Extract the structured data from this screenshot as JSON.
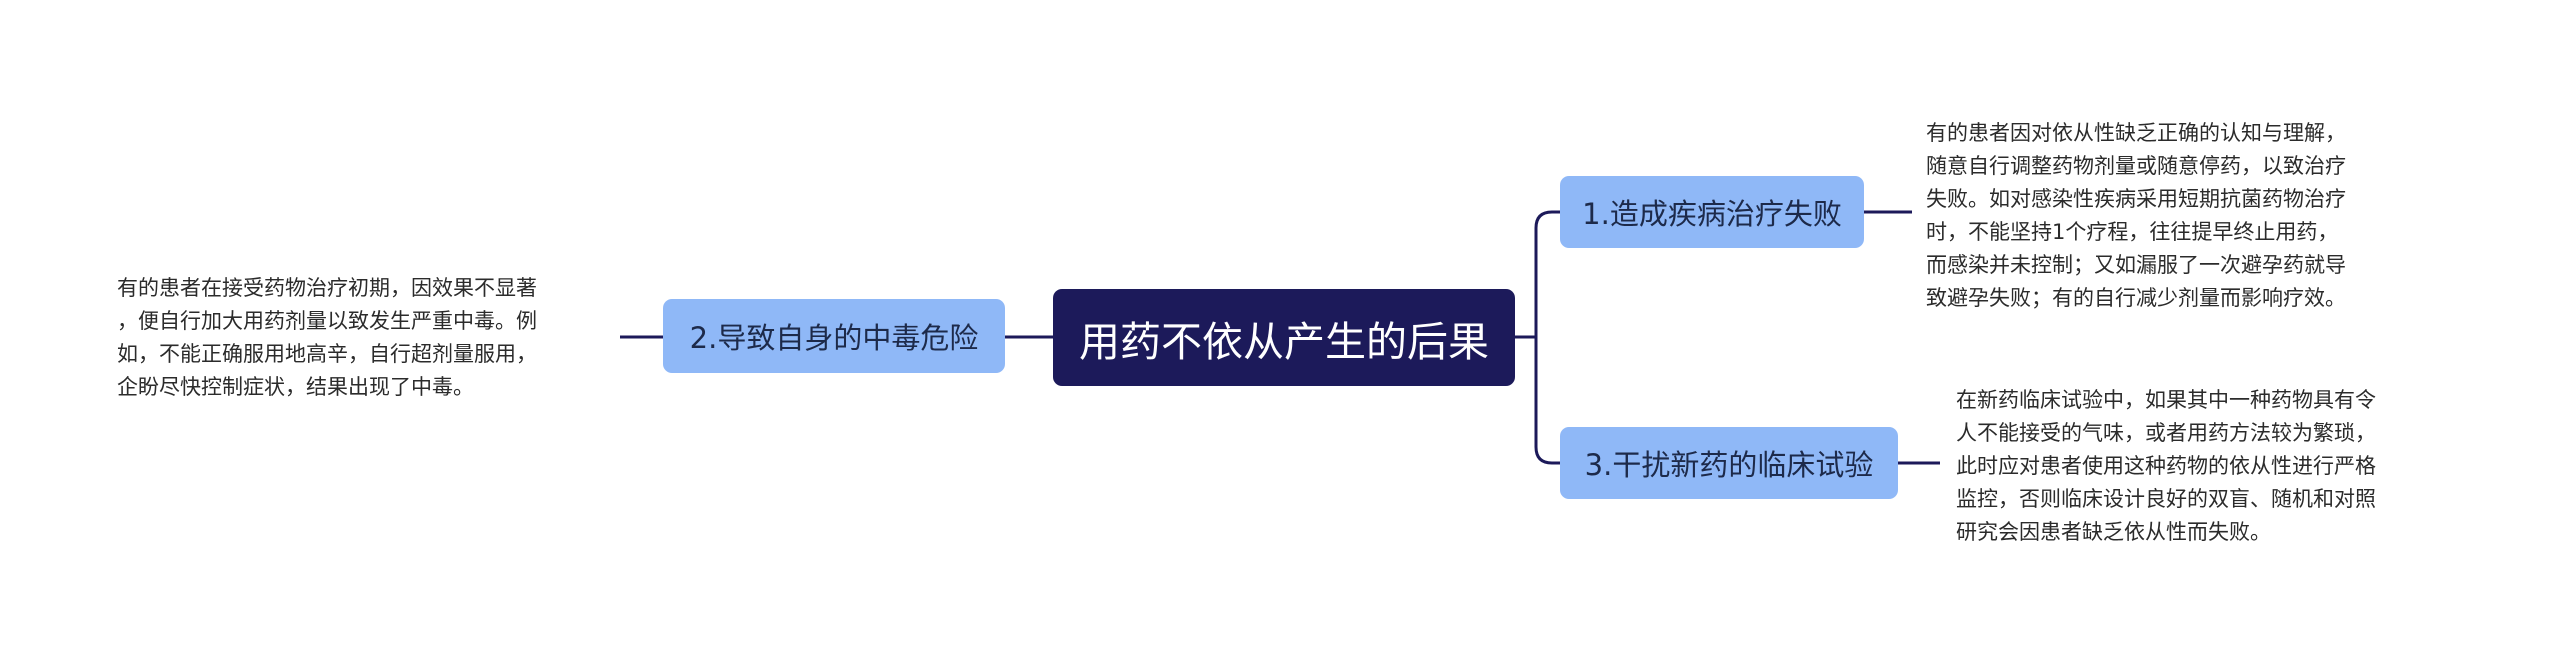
{
  "mindmap": {
    "root": {
      "label": "用药不依从产生的后果"
    },
    "branches": [
      {
        "id": "b1",
        "label": "1.造成疾病治疗失败",
        "note": "有的患者因对依从性缺乏正确的认知与理解，\n随意自行调整药物剂量或随意停药，以致治疗\n失败。如对感染性疾病采用短期抗菌药物治疗\n时，不能坚持1个疗程，往往提早终止用药，\n而感染并未控制；又如漏服了一次避孕药就导\n致避孕失败；有的自行减少剂量而影响疗效。"
      },
      {
        "id": "b2",
        "label": "2.导致自身的中毒危险",
        "note": "有的患者在接受药物治疗初期，因效果不显著\n，便自行加大用药剂量以致发生严重中毒。例\n如，不能正确服用地高辛，自行超剂量服用，\n企盼尽快控制症状，结果出现了中毒。"
      },
      {
        "id": "b3",
        "label": "3.干扰新药的临床试验",
        "note": "在新药临床试验中，如果其中一种药物具有令\n人不能接受的气味，或者用药方法较为繁琐，\n此时应对患者使用这种药物的依从性进行严格\n监控，否则临床设计良好的双盲、随机和对照\n研究会因患者缺乏依从性而失败。"
      }
    ]
  },
  "colors": {
    "root_bg": "#1c1a5a",
    "branch_bg": "#8fb8f7",
    "connector": "#1c1a5a"
  }
}
